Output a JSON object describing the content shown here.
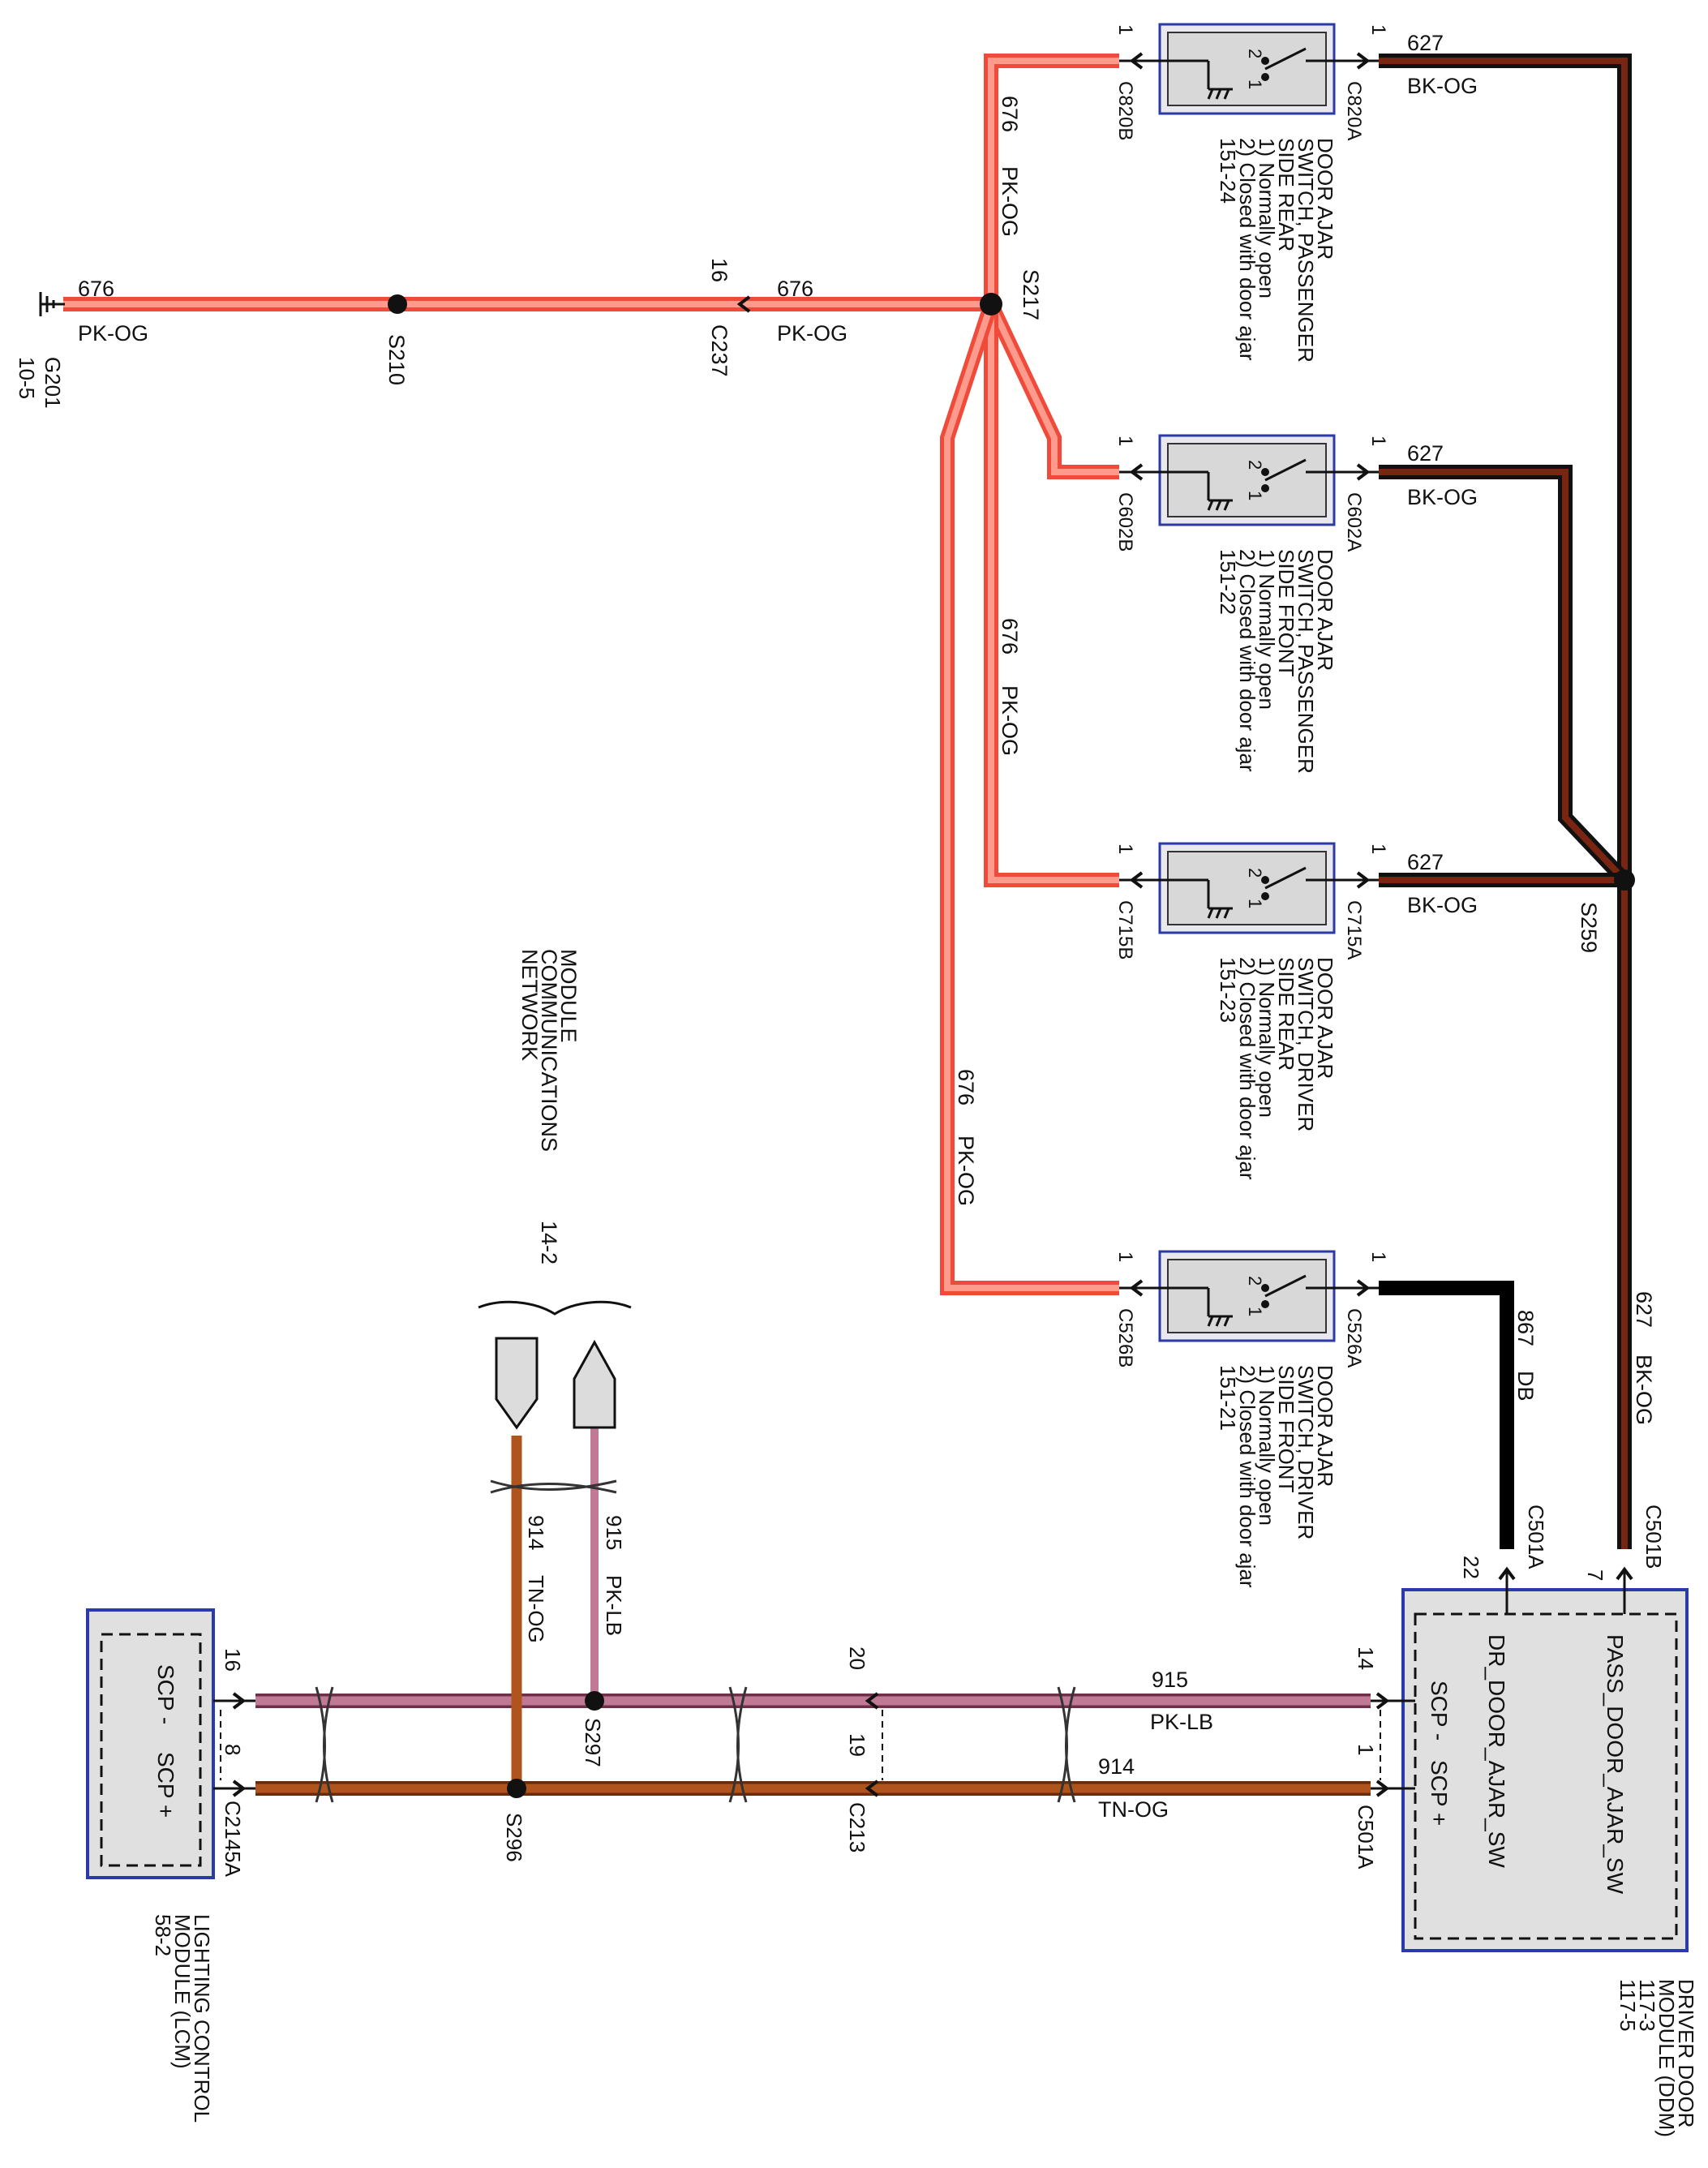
{
  "colors": {
    "pk_og": "#f04a3a",
    "pk_og_fill": "#ff9b8c",
    "bk_og": "#7a2412",
    "db": "#000000",
    "tn_og": "#b0541e",
    "pk_lb": "#c07a95",
    "module_fill": "#e0e0e0",
    "module_border": "#2a3aa8"
  },
  "ground": {
    "label": "G201",
    "ref": "10-5"
  },
  "splices": {
    "s210": "S210",
    "s217": "S217",
    "s259": "S259",
    "s296": "S296",
    "s297": "S297"
  },
  "wires": {
    "pk_og": {
      "circuit": "676",
      "color": "PK-OG"
    },
    "bk_og": {
      "circuit": "627",
      "color": "BK-OG"
    },
    "db": {
      "circuit": "867",
      "color": "DB"
    },
    "pk_lb": {
      "circuit": "915",
      "color": "PK-LB"
    },
    "tn_og": {
      "circuit": "914",
      "color": "TN-OG"
    }
  },
  "c237": {
    "name": "C237",
    "pin": "16"
  },
  "switches": [
    {
      "lines": [
        "DOOR AJAR",
        "SWITCH, PASSENGER",
        "SIDE REAR",
        "1) Normally open",
        "2) Closed with door ajar",
        "151-24"
      ],
      "conn_left": "C820B",
      "conn_right": "C820A",
      "pin_left": "1",
      "pin_right": "1",
      "contact_a": "2",
      "contact_b": "1"
    },
    {
      "lines": [
        "DOOR AJAR",
        "SWITCH, PASSENGER",
        "SIDE FRONT",
        "1) Normally open",
        "2) Closed with door ajar",
        "151-22"
      ],
      "conn_left": "C602B",
      "conn_right": "C602A",
      "pin_left": "1",
      "pin_right": "1",
      "contact_a": "2",
      "contact_b": "1"
    },
    {
      "lines": [
        "DOOR AJAR",
        "SWITCH, DRIVER",
        "SIDE REAR",
        "1) Normally open",
        "2) Closed with door ajar",
        "151-23"
      ],
      "conn_left": "C715B",
      "conn_right": "C715A",
      "pin_left": "1",
      "pin_right": "1",
      "contact_a": "2",
      "contact_b": "1"
    },
    {
      "lines": [
        "DOOR AJAR",
        "SWITCH, DRIVER",
        "SIDE FRONT",
        "1) Normally open",
        "2) Closed with door ajar",
        "151-21"
      ],
      "conn_left": "C526B",
      "conn_right": "C526A",
      "pin_left": "1",
      "pin_right": "1",
      "contact_a": "2",
      "contact_b": "1"
    }
  ],
  "ddm": {
    "lines": [
      "DRIVER DOOR",
      "MODULE (DDM)",
      "117-3",
      "117-5"
    ],
    "pass_sw": "PASS_DOOR_AJAR_SW",
    "dr_sw": "DR_DOOR_AJAR_SW",
    "scp_minus": "SCP -",
    "scp_plus": "SCP +",
    "c501b": "C501B",
    "c501a_top": "C501A",
    "c501a_bottom": "C501A",
    "pin_7": "7",
    "pin_22": "22",
    "pin_14": "14",
    "pin_1": "1"
  },
  "c213": {
    "name": "C213",
    "pin_top": "20",
    "pin_bottom": "19"
  },
  "lcm": {
    "lines": [
      "LIGHTING CONTROL",
      "MODULE (LCM)",
      "58-2"
    ],
    "scp_minus": "SCP -",
    "scp_plus": "SCP +",
    "connector": "C2145A",
    "pin_16": "16",
    "pin_8": "8"
  },
  "network": {
    "lines": [
      "MODULE",
      "COMMUNICATIONS",
      "NETWORK"
    ],
    "ref": "14-2"
  }
}
